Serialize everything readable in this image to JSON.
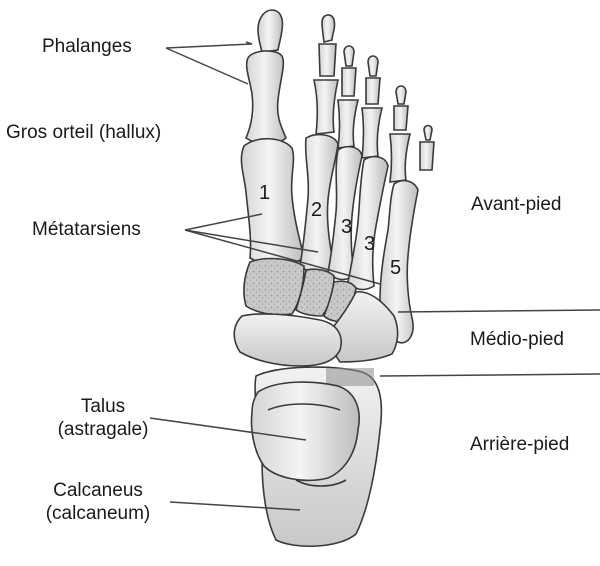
{
  "labels": {
    "phalanges": "Phalanges",
    "gros_orteil": "Gros orteil (hallux)",
    "metatarsiens": "Métatarsiens",
    "avant_pied": "Avant-pied",
    "medio_pied": "Médio-pied",
    "arriere_pied": "Arrière-pied",
    "talus": "Talus",
    "talus_alt": "(astragale)",
    "calcaneus": "Calcaneus",
    "calcaneus_alt": "(calcaneum)"
  },
  "metatarsal_numbers": [
    "1",
    "2",
    "3",
    "3",
    "5"
  ],
  "colors": {
    "bone_fill": "#ececec",
    "bone_stroke": "#3a3a3a",
    "shadow": "#9a9a9a",
    "line": "#444444"
  }
}
